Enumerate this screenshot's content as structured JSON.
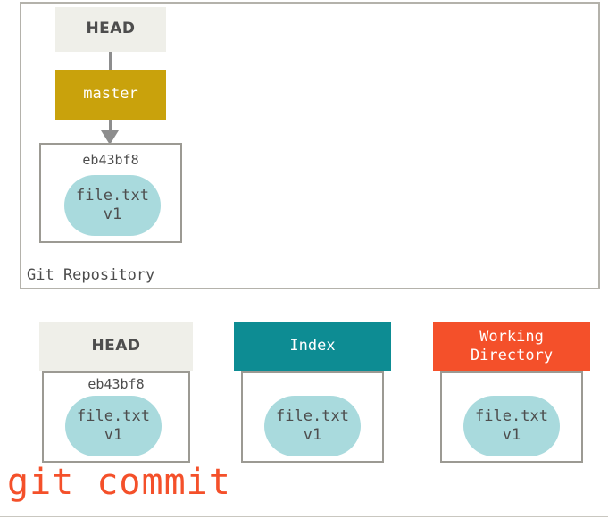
{
  "diagram": {
    "caption": "git commit",
    "caption_color": "#f4502a",
    "repository": {
      "label": "Git Repository",
      "head_label": "HEAD",
      "branch_label": "master",
      "branch_color": "#c9a20c",
      "head_color": "#efefe9",
      "commit": {
        "hash": "eb43bf8",
        "blob": {
          "filename": "file.txt",
          "version": "v1",
          "color": "#a9dadd"
        }
      },
      "arrow_name": "master-to-commit-arrow"
    },
    "columns": [
      {
        "id": "head",
        "title": "HEAD",
        "header_color": "#efefe9",
        "header_text_color": "#4d4d4d",
        "hash": "eb43bf8",
        "blob": {
          "filename": "file.txt",
          "version": "v1"
        }
      },
      {
        "id": "index",
        "title": "Index",
        "header_color": "#0d8c93",
        "header_text_color": "#ffffff",
        "hash": "",
        "blob": {
          "filename": "file.txt",
          "version": "v1"
        }
      },
      {
        "id": "working-directory",
        "title": "Working\nDirectory",
        "title_line1": "Working",
        "title_line2": "Directory",
        "header_color": "#f4502a",
        "header_text_color": "#ffffff",
        "hash": "",
        "blob": {
          "filename": "file.txt",
          "version": "v1"
        }
      }
    ]
  }
}
